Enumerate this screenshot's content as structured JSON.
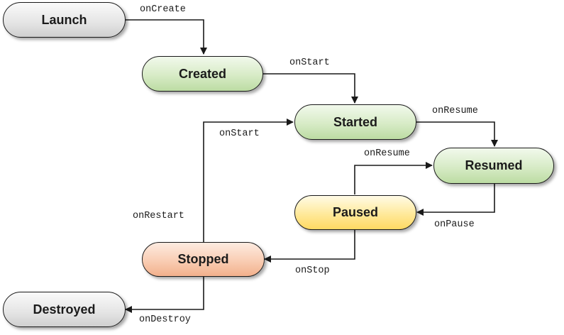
{
  "states": {
    "launch": "Launch",
    "created": "Created",
    "started": "Started",
    "resumed": "Resumed",
    "paused": "Paused",
    "stopped": "Stopped",
    "destroyed": "Destroyed"
  },
  "transitions": {
    "on_create": "onCreate",
    "on_start_1": "onStart",
    "on_resume_1": "onResume",
    "on_start_2": "onStart",
    "on_resume_2": "onResume",
    "on_restart": "onRestart",
    "on_pause": "onPause",
    "on_stop": "onStop",
    "on_destroy": "onDestroy"
  },
  "colors": {
    "initial_final": "#e0e0e0",
    "active": "#d3e9c1",
    "paused": "#ffe58f",
    "stopped": "#f7c6a8",
    "stroke": "#1a1a1a"
  }
}
